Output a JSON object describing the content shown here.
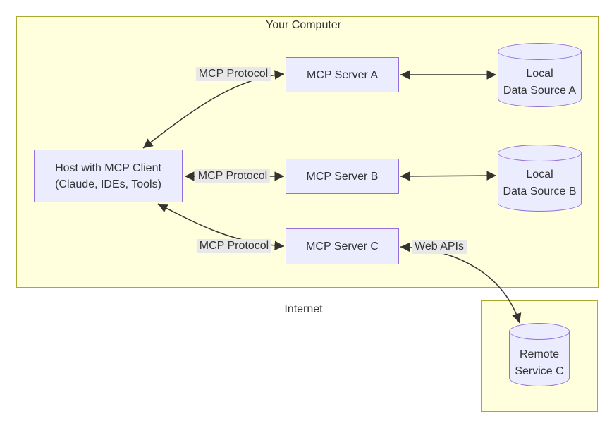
{
  "diagram": {
    "clusters": {
      "your_computer": {
        "title": "Your Computer"
      },
      "internet": {
        "title": "Internet"
      }
    },
    "nodes": {
      "host": {
        "line1": "Host with MCP Client",
        "line2": "(Claude, IDEs, Tools)"
      },
      "server_a": {
        "label": "MCP Server A"
      },
      "server_b": {
        "label": "MCP Server B"
      },
      "server_c": {
        "label": "MCP Server C"
      },
      "data_source_a": {
        "line1": "Local",
        "line2": "Data Source A"
      },
      "data_source_b": {
        "line1": "Local",
        "line2": "Data Source B"
      },
      "remote_service_c": {
        "line1": "Remote",
        "line2": "Service C"
      }
    },
    "edge_labels": {
      "mcp_protocol_a": "MCP Protocol",
      "mcp_protocol_b": "MCP Protocol",
      "mcp_protocol_c": "MCP Protocol",
      "web_apis": "Web APIs"
    },
    "edges": [
      {
        "from": "host",
        "to": "server_a",
        "label": "MCP Protocol",
        "bidirectional": true
      },
      {
        "from": "host",
        "to": "server_b",
        "label": "MCP Protocol",
        "bidirectional": true
      },
      {
        "from": "host",
        "to": "server_c",
        "label": "MCP Protocol",
        "bidirectional": true
      },
      {
        "from": "server_a",
        "to": "data_source_a",
        "label": "",
        "bidirectional": true
      },
      {
        "from": "server_b",
        "to": "data_source_b",
        "label": "",
        "bidirectional": true
      },
      {
        "from": "server_c",
        "to": "remote_service_c",
        "label": "Web APIs",
        "bidirectional": true
      }
    ],
    "colors": {
      "cluster_fill": "#ffffde",
      "cluster_stroke": "#aaaa33",
      "node_fill": "#ECECFF",
      "node_stroke": "#9370DB",
      "edge_stroke": "#333333",
      "label_bg": "#e8e8e8",
      "text": "#333333"
    }
  }
}
